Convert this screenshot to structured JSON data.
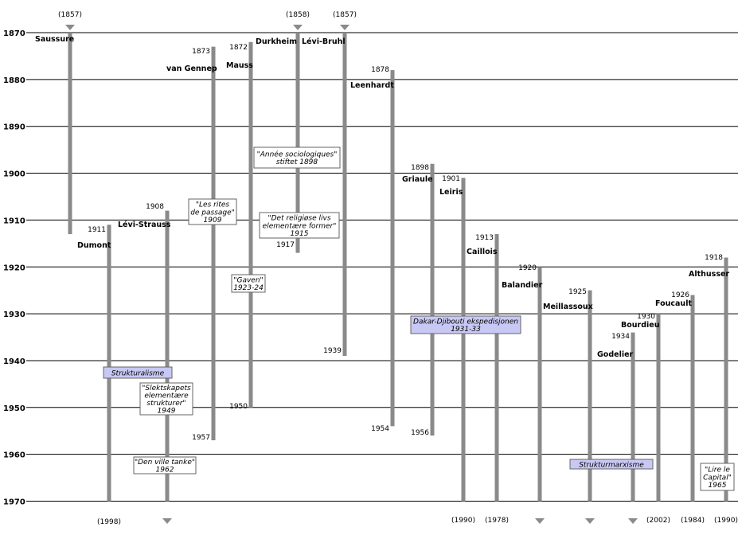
{
  "chart_data": {
    "type": "timeline",
    "y_ticks": [
      1870,
      1880,
      1890,
      1900,
      1910,
      1920,
      1930,
      1940,
      1950,
      1960,
      1970
    ],
    "ylim": [
      1870,
      1970
    ],
    "persons": [
      {
        "name": "Saussure",
        "start": 1870,
        "end": 1913,
        "start_label": "(1857)",
        "end_label": "1913",
        "start_off": true,
        "end_off": false
      },
      {
        "name": "Dumont",
        "start": 1911,
        "end": 1970,
        "start_label": "1911",
        "end_label": "(1998)",
        "start_off": false,
        "end_off": false
      },
      {
        "name": "Lévi-Strauss",
        "start": 1908,
        "end": 1970,
        "start_label": "1908",
        "end_label": "",
        "start_off": false,
        "end_off": true
      },
      {
        "name": "van Gennep",
        "start": 1873,
        "end": 1957,
        "start_label": "1873",
        "end_label": "1957",
        "start_off": false,
        "end_off": false
      },
      {
        "name": "Mauss",
        "start": 1872,
        "end": 1950,
        "start_label": "1872",
        "end_label": "1950",
        "start_off": false,
        "end_off": false
      },
      {
        "name": "Durkheim",
        "start": 1870,
        "end": 1917,
        "start_label": "(1858)",
        "end_label": "1917",
        "start_off": true,
        "end_off": false
      },
      {
        "name": "Lévi-Bruhl",
        "start": 1870,
        "end": 1939,
        "start_label": "(1857)",
        "end_label": "1939",
        "start_off": true,
        "end_off": false
      },
      {
        "name": "Leenhardt",
        "start": 1878,
        "end": 1954,
        "start_label": "1878",
        "end_label": "1954",
        "start_off": false,
        "end_off": false
      },
      {
        "name": "Griaule",
        "start": 1898,
        "end": 1956,
        "start_label": "1898",
        "end_label": "1956",
        "start_off": false,
        "end_off": false
      },
      {
        "name": "Leiris",
        "start": 1901,
        "end": 1970,
        "start_label": "1901",
        "end_label": "(1990)",
        "start_off": false,
        "end_off": false
      },
      {
        "name": "Caillois",
        "start": 1913,
        "end": 1970,
        "start_label": "1913",
        "end_label": "(1978)",
        "start_off": false,
        "end_off": false
      },
      {
        "name": "Balandier",
        "start": 1920,
        "end": 1970,
        "start_label": "1920",
        "end_label": "",
        "start_off": false,
        "end_off": true
      },
      {
        "name": "Meillassoux",
        "start": 1925,
        "end": 1970,
        "start_label": "1925",
        "end_label": "",
        "start_off": false,
        "end_off": true
      },
      {
        "name": "Godelier",
        "start": 1934,
        "end": 1970,
        "start_label": "1934",
        "end_label": "",
        "start_off": false,
        "end_off": true
      },
      {
        "name": "Bourdieu",
        "start": 1930,
        "end": 1970,
        "start_label": "1930",
        "end_label": "(2002)",
        "start_off": false,
        "end_off": false
      },
      {
        "name": "Foucault",
        "start": 1926,
        "end": 1970,
        "start_label": "1926",
        "end_label": "(1984)",
        "start_off": false,
        "end_off": false
      },
      {
        "name": "Althusser",
        "start": 1918,
        "end": 1970,
        "start_label": "1918",
        "end_label": "(1990)",
        "start_off": false,
        "end_off": false
      }
    ],
    "annotations": [
      {
        "lines": [
          "\"Année sociologiques\"",
          "stiftet 1898"
        ],
        "style": "work"
      },
      {
        "lines": [
          "\"Les rites",
          "de passage\"",
          "1909"
        ],
        "style": "work"
      },
      {
        "lines": [
          "\"Det religiøse livs",
          "elementære former\"",
          "1915"
        ],
        "style": "work"
      },
      {
        "lines": [
          "\"Gaven\"",
          "1923-24"
        ],
        "style": "work"
      },
      {
        "lines": [
          "Dakar-Djibouti ekspedisjonen",
          "1931-33"
        ],
        "style": "event"
      },
      {
        "lines": [
          "Strukturalisme"
        ],
        "style": "movement"
      },
      {
        "lines": [
          "\"Slektskapets",
          "elementære",
          "strukturer\"",
          "1949"
        ],
        "style": "work"
      },
      {
        "lines": [
          "\"Den ville tanke\"",
          "1962"
        ],
        "style": "work"
      },
      {
        "lines": [
          "Strukturmarxisme"
        ],
        "style": "movement"
      },
      {
        "lines": [
          "\"Lire le",
          "Capital\"",
          "1965"
        ],
        "style": "work"
      }
    ],
    "colors": {
      "bar": "#8a8a8a",
      "movement_fill": "#c8c8f4",
      "box_border": "#666666",
      "grid": "#000000"
    }
  }
}
